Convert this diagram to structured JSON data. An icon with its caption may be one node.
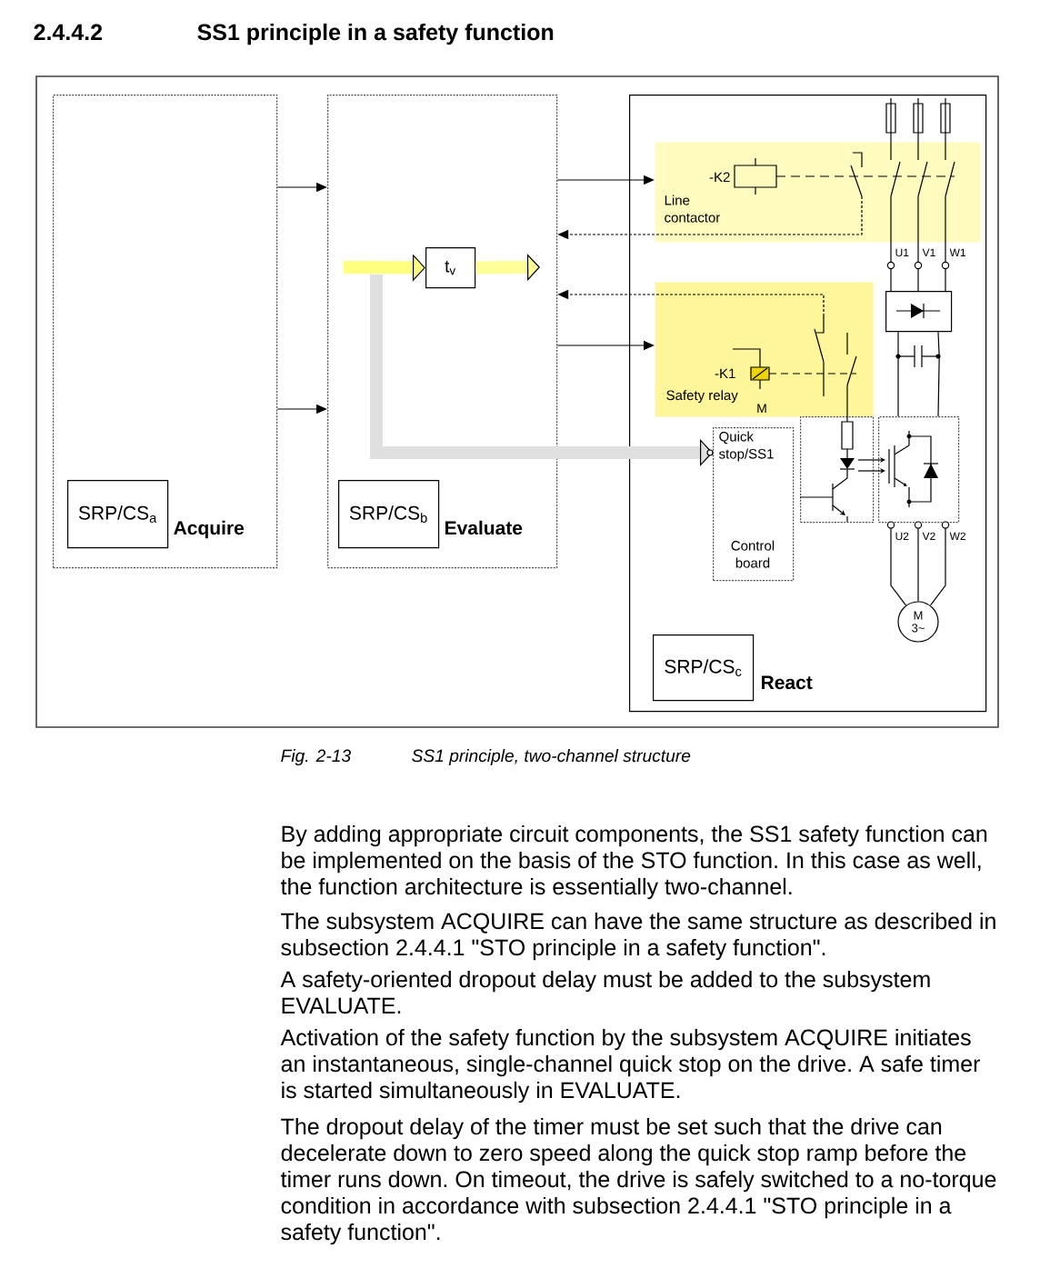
{
  "diagram": {
    "title": "SS1 principle in a safety function",
    "caption": "SS1 principle, two-channel structure",
    "nodes": [
      {
        "text": [
          "Acquire"
        ]
      },
      {
        "text": [
          "SRP/CS$_{a}$"
        ],
        "in": 0
      },
      {
        "text": [
          "Evaluate"
        ]
      },
      {
        "text": [
          "SRP/CS$_{b}$"
        ],
        "in": 2
      },
      {
        "text": [
          "t$_{v}$"
        ],
        "in": 2
      },
      {
        "text": [
          "React"
        ]
      },
      {
        "text": [
          "-K2",
          "Line contactor"
        ],
        "in": 5
      },
      {
        "text": [
          "-K1",
          "Safety relay",
          "M"
        ],
        "in": 5
      },
      {
        "text": [],
        "shape": "box",
        "in": 5
      },
      {
        "text": [],
        "shape": "capacitor",
        "in": 5
      },
      {
        "text": [
          "Quick stop/SS1",
          "Control board"
        ],
        "in": 5
      },
      {
        "text": [],
        "shape": "box",
        "in": 5
      },
      {
        "text": [],
        "shape": "box",
        "in": 5
      },
      {
        "text": [
          "M",
          "3~"
        ],
        "in": 5
      },
      {
        "text": [
          "SRP/CS$_{c}$"
        ],
        "in": 5
      }
    ],
    "edges": [
      {
        "from": 0,
        "to": 2,
        "arrow": "to"
      },
      {
        "from": 0,
        "to": 2,
        "arrow": "to"
      },
      {
        "from": 2,
        "to": 6,
        "arrow": "to"
      },
      {
        "from": 6,
        "to": 2,
        "arrow": "to",
        "style": "dashed"
      },
      {
        "from": 7,
        "to": 2,
        "arrow": "to",
        "style": "dashed"
      },
      {
        "from": 2,
        "to": 7,
        "arrow": "to"
      },
      {
        "from": null,
        "to": 4,
        "arrow": "to",
        "style": "thick",
        "color": "#ffff80"
      },
      {
        "from": 4,
        "to": null,
        "arrow": "to",
        "style": "thick",
        "color": "#ffff99"
      },
      {
        "from": null,
        "to": 10,
        "arrow": "to",
        "style": "thick",
        "color": "#e0e0e0"
      },
      {
        "from": 6,
        "to": 8,
        "arrow": "none",
        "label": "U1"
      },
      {
        "from": 6,
        "to": 8,
        "arrow": "none",
        "label": "V1"
      },
      {
        "from": 6,
        "to": 8,
        "arrow": "none",
        "label": "W1"
      },
      {
        "from": 8,
        "to": 9,
        "arrow": "none"
      },
      {
        "from": 8,
        "to": 9,
        "arrow": "none"
      },
      {
        "from": 9,
        "to": 12,
        "arrow": "none"
      },
      {
        "from": 9,
        "to": 12,
        "arrow": "none"
      },
      {
        "from": 7,
        "to": 11,
        "arrow": "none"
      },
      {
        "from": 11,
        "to": 12,
        "arrow": "to"
      },
      {
        "from": 11,
        "to": 12,
        "arrow": "to"
      },
      {
        "from": 12,
        "to": 13,
        "arrow": "none",
        "label": "U2"
      },
      {
        "from": 12,
        "to": 13,
        "arrow": "none",
        "label": "V2"
      },
      {
        "from": 12,
        "to": 13,
        "arrow": "none",
        "label": "W2"
      }
    ],
    "labels": [
      "2.4.4.2",
      "Fig. 2-13",
      "By adding appropriate circuit components, the SS1 safety function can be implemented on the basis of the STO function. In this case as well, the function architecture is essentially two-channel.",
      "The subsystem ACQUIRE can have the same structure as described in subsection 2.4.4.1 \"STO principle in a safety function\".",
      "A safety-oriented dropout delay must be added to the subsystem EVALUATE.",
      "Activation of the safety function by the subsystem ACQUIRE initiates an instantaneous, single-channel quick stop on the drive. A safe timer is started simultaneously in EVALUATE.",
      "The dropout delay of the timer must be set such that the drive can decelerate down to zero speed along the quick stop ramp before the timer runs down. On timeout, the drive is safely switched to a no-torque condition in accordance with subsection 2.4.4.1 \"STO principle in a safety function\"."
    ]
  }
}
